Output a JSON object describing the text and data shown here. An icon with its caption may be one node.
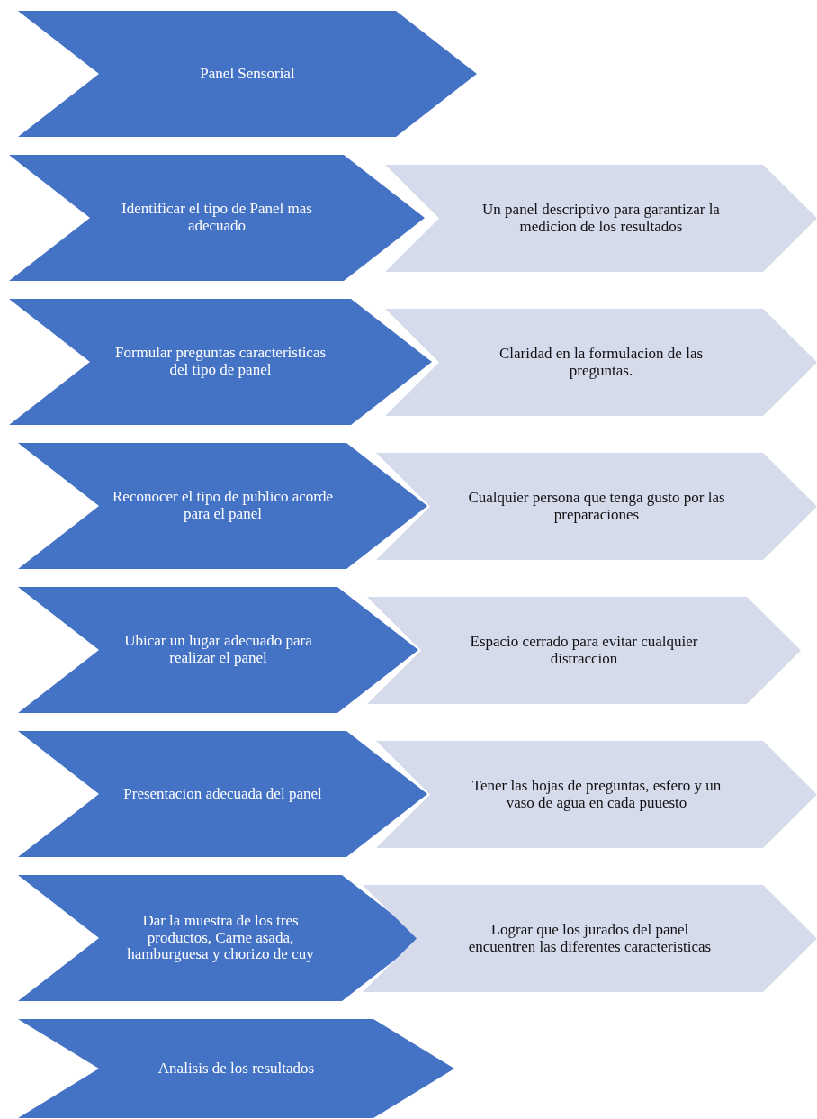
{
  "diagram": {
    "nodes": [
      {
        "text": [
          "Panel Sensorial"
        ]
      },
      {
        "text": [
          "Identificar  el tipo de Panel mas adecuado"
        ]
      },
      {
        "text": [
          "Un panel descriptivo para garantizar la medicion de los resultados"
        ]
      },
      {
        "text": [
          "Formular preguntas caracteristicas del tipo de panel"
        ]
      },
      {
        "text": [
          "Claridad en la formulacion de las preguntas."
        ]
      },
      {
        "text": [
          "Reconocer el tipo de publico acorde para el panel"
        ]
      },
      {
        "text": [
          "Cualquier persona que tenga gusto por las preparaciones"
        ]
      },
      {
        "text": [
          "Ubicar un lugar adecuado para realizar el panel"
        ]
      },
      {
        "text": [
          "Espacio cerrado para evitar cualquier distraccion"
        ]
      },
      {
        "text": [
          "Presentacion adecuada del panel"
        ]
      },
      {
        "text": [
          "Tener las hojas de preguntas, esfero  y un vaso de agua en cada puuesto"
        ]
      },
      {
        "text": [
          "Dar la muestra de los tres productos, Carne asada, hamburguesa y chorizo de cuy"
        ]
      },
      {
        "text": [
          "Lograr que los jurados del panel encuentren las diferentes caracteristicas"
        ]
      },
      {
        "text": [
          "Analisis de los resultados"
        ]
      }
    ]
  }
}
